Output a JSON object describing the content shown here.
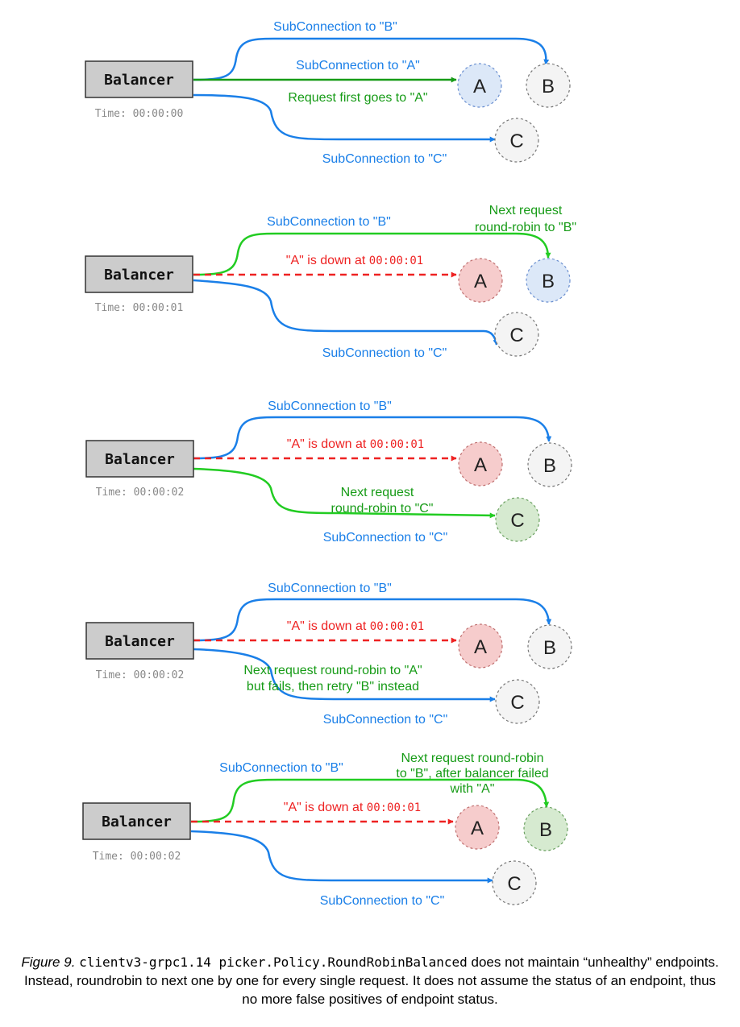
{
  "colors": {
    "blue": "#1a7fe8",
    "green_dark": "#169b16",
    "green_light": "#22cc22",
    "red": "#ee2222",
    "node_default_fill": "#f4f4f4",
    "node_active_fill": "#dce8f8",
    "node_down_fill": "#f6cccc",
    "node_green_fill": "#d6ead0",
    "balancer_fill": "#cccccc"
  },
  "panels": [
    {
      "balancer": "Balancer",
      "time": "Time: 00:00:00",
      "nodes": [
        {
          "name": "A",
          "state": "active"
        },
        {
          "name": "B",
          "state": "default"
        },
        {
          "name": "C",
          "state": "default"
        }
      ],
      "labels": {
        "sub_b": "SubConnection to \"B\"",
        "sub_a": "SubConnection to \"A\"",
        "request": "Request first goes to \"A\"",
        "sub_c": "SubConnection to \"C\""
      }
    },
    {
      "balancer": "Balancer",
      "time": "Time: 00:00:01",
      "nodes": [
        {
          "name": "A",
          "state": "down"
        },
        {
          "name": "B",
          "state": "active"
        },
        {
          "name": "C",
          "state": "default"
        }
      ],
      "labels": {
        "sub_b": "SubConnection to \"B\"",
        "down": "\"A\" is down at ",
        "down_time": "00:00:01",
        "next_line1": "Next request",
        "next_line2": "round-robin to \"B\"",
        "sub_c": "SubConnection to \"C\""
      }
    },
    {
      "balancer": "Balancer",
      "time": "Time: 00:00:02",
      "nodes": [
        {
          "name": "A",
          "state": "down"
        },
        {
          "name": "B",
          "state": "default"
        },
        {
          "name": "C",
          "state": "green"
        }
      ],
      "labels": {
        "sub_b": "SubConnection to \"B\"",
        "down": "\"A\" is down at ",
        "down_time": "00:00:01",
        "next_line1": "Next request",
        "next_line2": "round-robin to \"C\"",
        "sub_c": "SubConnection to \"C\""
      }
    },
    {
      "balancer": "Balancer",
      "time": "Time: 00:00:02",
      "nodes": [
        {
          "name": "A",
          "state": "down"
        },
        {
          "name": "B",
          "state": "default"
        },
        {
          "name": "C",
          "state": "default"
        }
      ],
      "labels": {
        "sub_b": "SubConnection to \"B\"",
        "down": "\"A\" is down at ",
        "down_time": "00:00:01",
        "next_line1": "Next request round-robin to \"A\"",
        "next_line2": "but fails, then retry \"B\" instead",
        "sub_c": "SubConnection to \"C\""
      }
    },
    {
      "balancer": "Balancer",
      "time": "Time: 00:00:02",
      "nodes": [
        {
          "name": "A",
          "state": "down"
        },
        {
          "name": "B",
          "state": "green"
        },
        {
          "name": "C",
          "state": "default"
        }
      ],
      "labels": {
        "sub_b": "SubConnection to \"B\"",
        "down": "\"A\" is down at ",
        "down_time": "00:00:01",
        "next_line1": "Next request round-robin",
        "next_line2": "to \"B\", after balancer failed",
        "next_line3": "with \"A\"",
        "sub_c": "SubConnection to \"C\""
      }
    }
  ],
  "caption": {
    "figure": "Figure 9.",
    "code": "clientv3-grpc1.14 picker.Policy.RoundRobinBalanced",
    "text": " does not maintain “unhealthy” endpoints. Instead, roundrobin to next one by one for every single request. It does not assume the status of an endpoint, thus no more false positives of endpoint status."
  }
}
